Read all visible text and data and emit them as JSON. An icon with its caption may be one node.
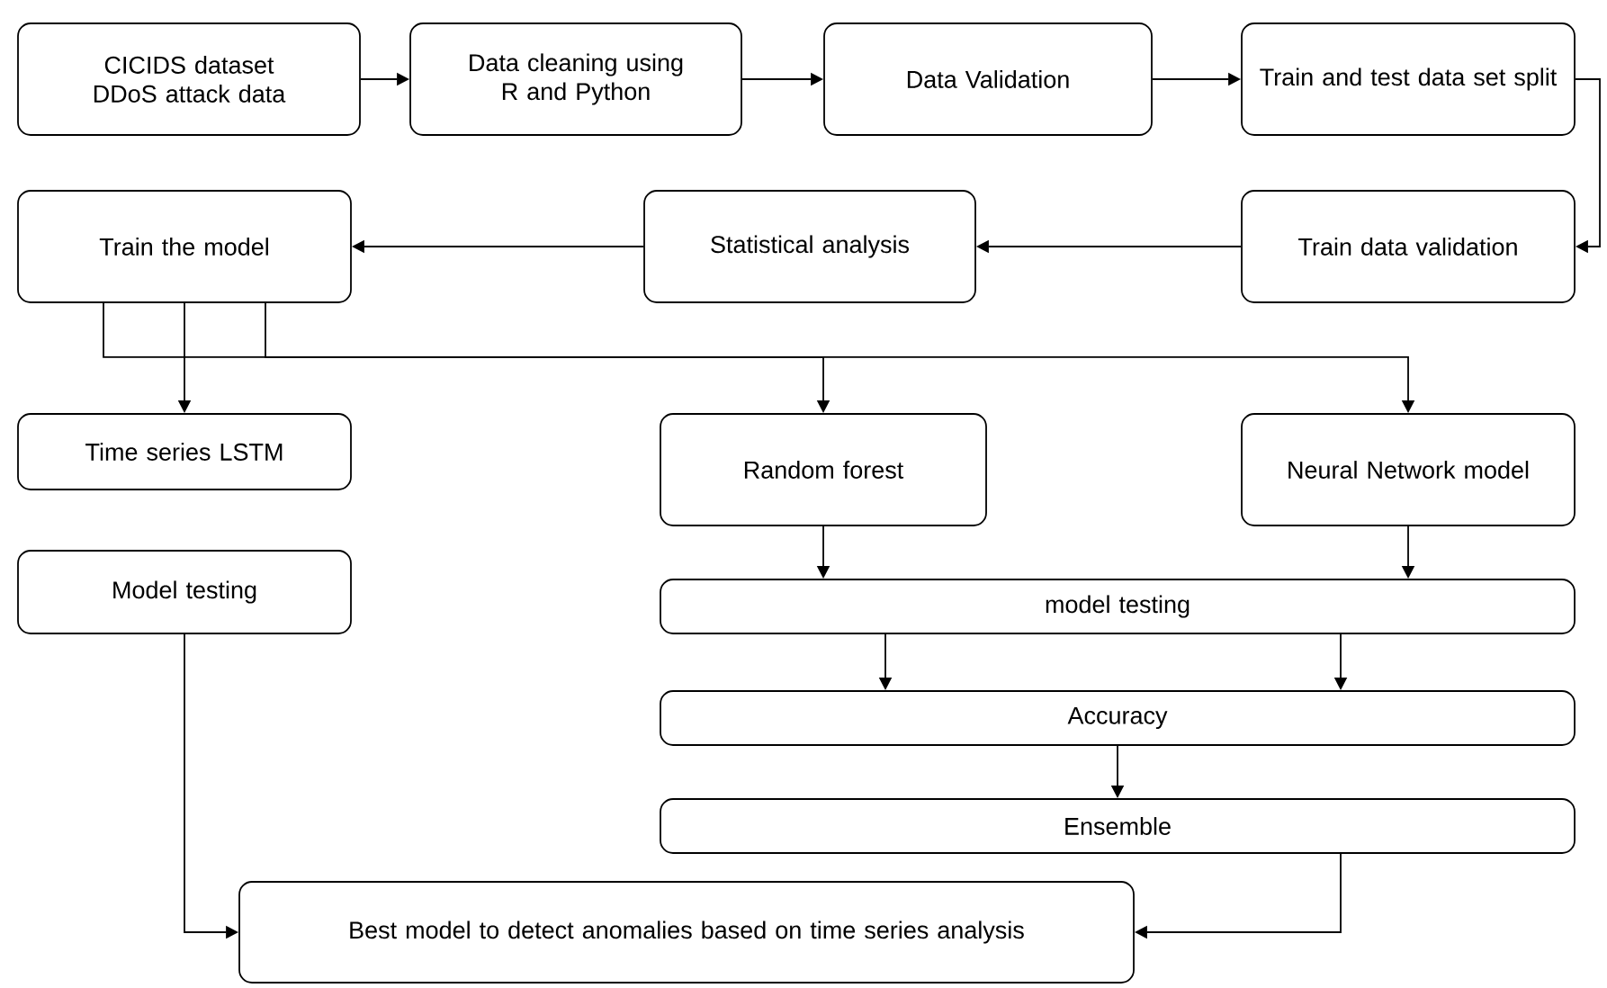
{
  "diagram": {
    "nodes": [
      {
        "text": [
          "CICIDS dataset DDoS attack data"
        ]
      },
      {
        "text": [
          "Data cleaning using R and Python"
        ]
      },
      {
        "text": [
          "Data Validation"
        ]
      },
      {
        "text": [
          "Train and test data set split"
        ]
      },
      {
        "text": [
          "Train the model"
        ]
      },
      {
        "text": [
          "Statistical analysis"
        ]
      },
      {
        "text": [
          "Train data validation"
        ]
      },
      {
        "text": [
          "Time series LSTM"
        ]
      },
      {
        "text": [
          "Random forest"
        ]
      },
      {
        "text": [
          "Neural Network model"
        ]
      },
      {
        "text": [
          "Model testing"
        ]
      },
      {
        "text": [
          "model testing"
        ]
      },
      {
        "text": [
          "Accuracy"
        ]
      },
      {
        "text": [
          "Ensemble"
        ]
      },
      {
        "text": [
          "Best model to detect anomalies based on time series analysis"
        ]
      }
    ],
    "edges": [
      {
        "from": 0,
        "to": 1,
        "arrow": "to"
      },
      {
        "from": 1,
        "to": 2,
        "arrow": "to"
      },
      {
        "from": 2,
        "to": 3,
        "arrow": "to"
      },
      {
        "from": 3,
        "to": 6,
        "arrow": "to"
      },
      {
        "from": 6,
        "to": 5,
        "arrow": "to"
      },
      {
        "from": 5,
        "to": 4,
        "arrow": "to"
      },
      {
        "from": 4,
        "to": 7,
        "arrow": "to"
      },
      {
        "from": 4,
        "to": 8,
        "arrow": "to"
      },
      {
        "from": 4,
        "to": 9,
        "arrow": "to"
      },
      {
        "from": 8,
        "to": 11,
        "arrow": "to"
      },
      {
        "from": 9,
        "to": 11,
        "arrow": "to"
      },
      {
        "from": 11,
        "to": 12,
        "arrow": "to"
      },
      {
        "from": 11,
        "to": 12,
        "arrow": "to"
      },
      {
        "from": 12,
        "to": 13,
        "arrow": "to"
      },
      {
        "from": 13,
        "to": 14,
        "arrow": "to"
      },
      {
        "from": 10,
        "to": 14,
        "arrow": "to"
      }
    ]
  }
}
